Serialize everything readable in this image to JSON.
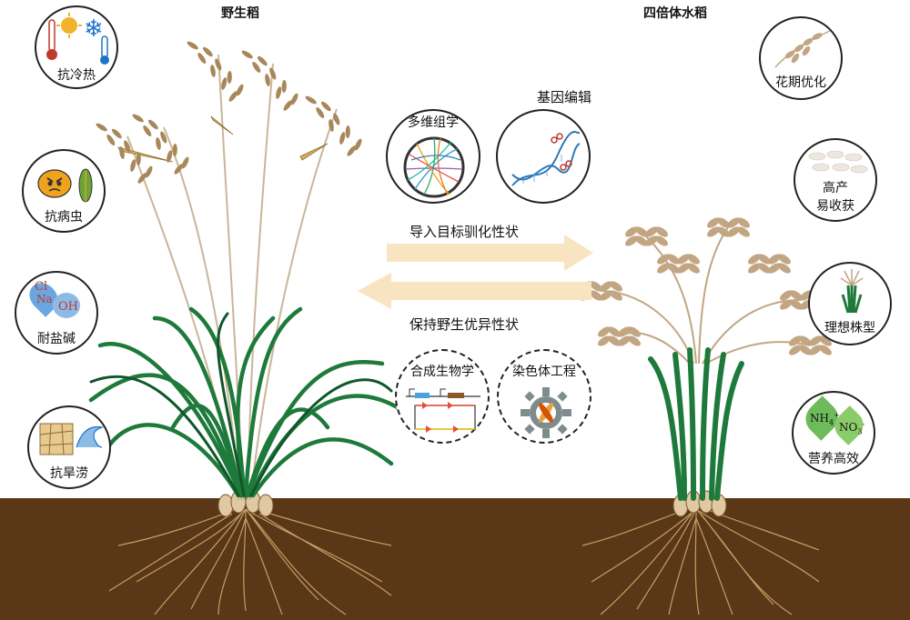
{
  "titles": {
    "wild": "野生稻",
    "tetraploid": "四倍体水稻"
  },
  "left_traits": [
    {
      "label": "抗冷热",
      "icon": "temperature-icon"
    },
    {
      "label": "抗病虫",
      "icon": "pest-icon"
    },
    {
      "label": "耐盐碱",
      "icon": "saline-alkali-icon"
    },
    {
      "label": "抗旱涝",
      "icon": "drought-flood-icon"
    }
  ],
  "right_traits": [
    {
      "label": "花期优化",
      "icon": "rice-flower-icon"
    },
    {
      "label": "高产",
      "label2": "易收获",
      "icon": "grain-icon"
    },
    {
      "label": "理想株型",
      "icon": "plant-type-icon"
    },
    {
      "label": "营养高效",
      "icon": "nutrient-leaf-icon"
    }
  ],
  "tech": [
    {
      "label": "多维组学",
      "icon": "omics-circos-icon"
    },
    {
      "label": "基因编辑",
      "icon": "dna-icon"
    },
    {
      "label": "合成生物学",
      "icon": "gene-circuit-icon"
    },
    {
      "label": "染色体工程",
      "icon": "gear-icon"
    }
  ],
  "arrows": {
    "top": "导入目标驯化性状",
    "bottom": "保持野生优异性状"
  },
  "chem": {
    "cl": "Cl",
    "na": "Na",
    "oh": "OH",
    "nh4": "NH",
    "nh4_sub": "4",
    "nh4_sup": "+",
    "no3": "NO",
    "no3_sub": "3",
    "no3_sup": "-"
  },
  "colors": {
    "soil": "#5a3716",
    "leaf": "#1e7a3a",
    "panicle_wild": "#a8875a",
    "panicle_tetra": "#c2a684",
    "arrow": "#f9e4c2",
    "root": "#c9a46c"
  }
}
